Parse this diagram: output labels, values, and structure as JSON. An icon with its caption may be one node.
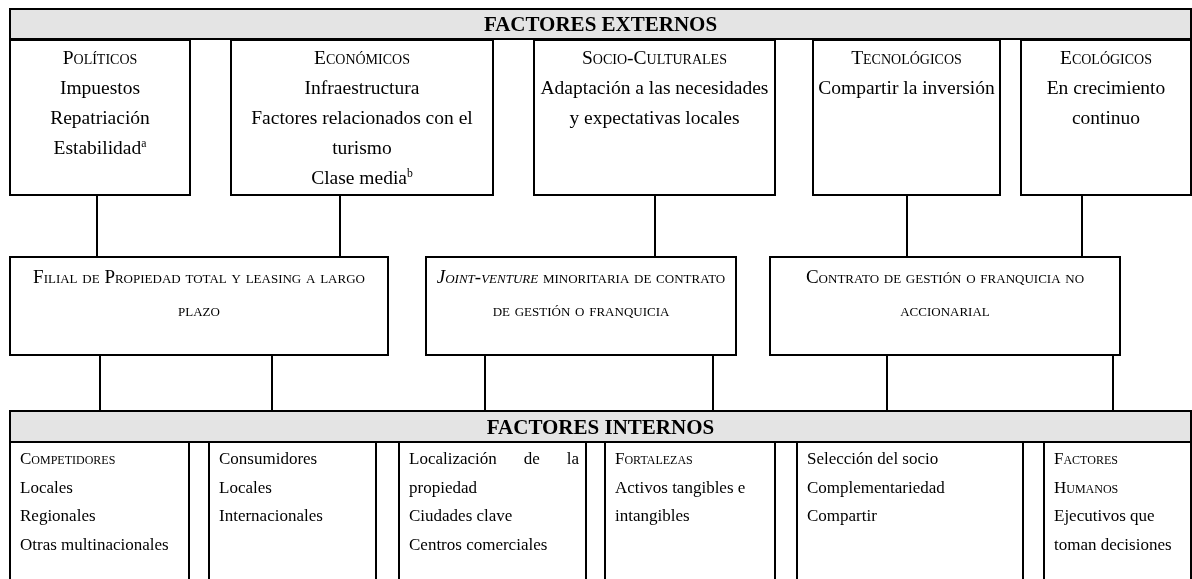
{
  "diagram": {
    "nodes": [
      {
        "text": [
          "FACTORES EXTERNOS"
        ]
      },
      {
        "text": [
          "Políticos",
          "Impuestos",
          "Repatriación",
          "Estabilidad$^{a}$"
        ]
      },
      {
        "text": [
          "Económicos",
          "Infraestructura",
          "Factores relacionados con el turismo",
          "Clase media$^{b}$"
        ]
      },
      {
        "text": [
          "Socio-Culturales",
          "Adaptación a las necesidades y expectativas locales"
        ]
      },
      {
        "text": [
          "Tecnológicos",
          "Compartir la inversión"
        ]
      },
      {
        "text": [
          "Ecológicos",
          "En crecimiento continuo"
        ]
      },
      {
        "text": [
          "Filial de Propiedad total y leasing a largo plazo"
        ]
      },
      {
        "text": [
          "*Joint-venture* minoritaria de contrato de gestión o franquicia"
        ]
      },
      {
        "text": [
          "Contrato de gestión o franquicia no accionarial"
        ]
      },
      {
        "text": [
          "FACTORES INTERNOS"
        ]
      },
      {
        "text": [
          "Competidores",
          "Locales",
          "Regionales",
          "Otras multinacionales"
        ]
      },
      {
        "text": [
          "Consumidores",
          "Locales",
          "Internacionales"
        ]
      },
      {
        "text": [
          "Localización de la propiedad",
          "Ciudades clave",
          "Centros comerciales"
        ]
      },
      {
        "text": [
          "Fortalezas",
          "Activos tangibles e intangibles"
        ]
      },
      {
        "text": [
          "Selección del socio",
          "Complementariedad",
          "Compartir"
        ]
      },
      {
        "text": [
          "Factores Humanos",
          "Ejecutivos que toman decisiones"
        ]
      }
    ],
    "edges": [
      {
        "from": 1,
        "to": 6,
        "arrow": "none"
      },
      {
        "from": 2,
        "to": 6,
        "arrow": "none"
      },
      {
        "from": 3,
        "to": 7,
        "arrow": "none"
      },
      {
        "from": 4,
        "to": 8,
        "arrow": "none"
      },
      {
        "from": 5,
        "to": 8,
        "arrow": "none"
      },
      {
        "from": 6,
        "to": 9,
        "arrow": "none"
      },
      {
        "from": 6,
        "to": 9,
        "arrow": "none"
      },
      {
        "from": 7,
        "to": 9,
        "arrow": "none"
      },
      {
        "from": 7,
        "to": 9,
        "arrow": "none"
      },
      {
        "from": 8,
        "to": 9,
        "arrow": "none"
      },
      {
        "from": 8,
        "to": 9,
        "arrow": "none"
      }
    ]
  }
}
